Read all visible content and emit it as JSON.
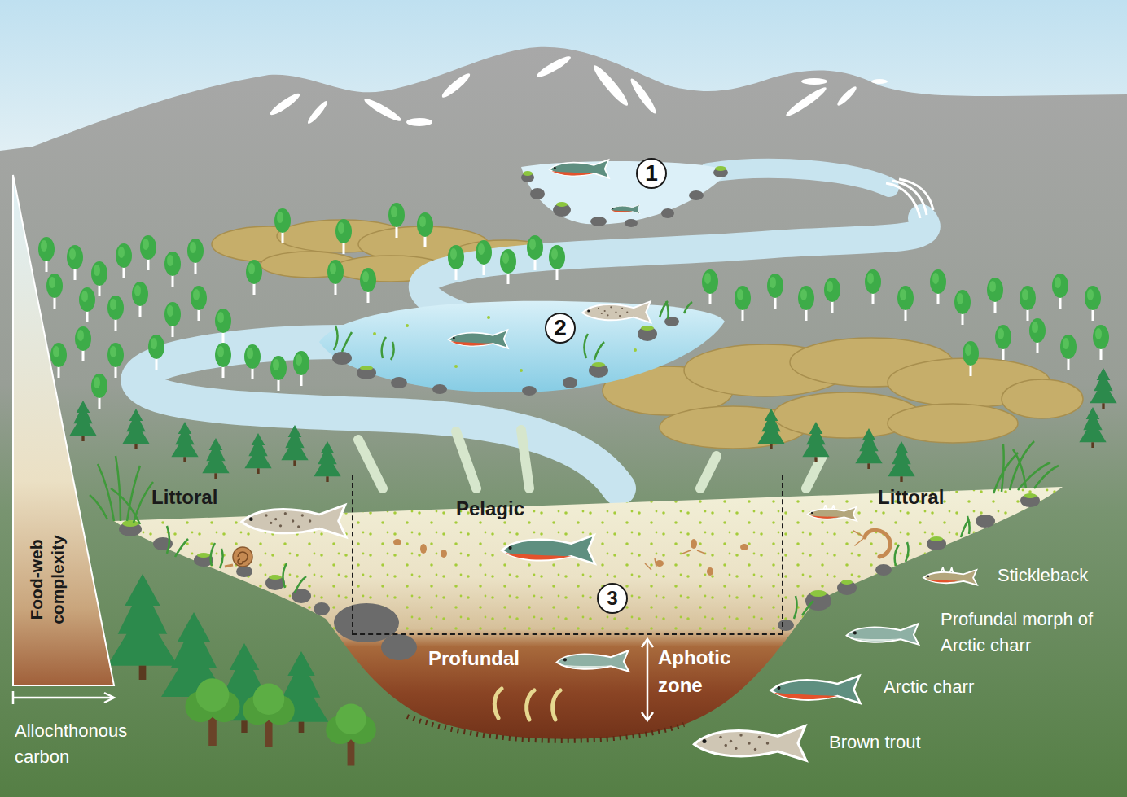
{
  "diagram": {
    "nodes": [
      {
        "text": [
          "1"
        ]
      },
      {
        "text": [
          "2"
        ]
      },
      {
        "text": [
          "Pelagic"
        ]
      },
      {
        "text": [
          "3"
        ],
        "in": 2
      }
    ],
    "labels": [
      "Littoral",
      "Littoral",
      "Profundal",
      "Aphotic zone",
      "Food-web complexity",
      "Allochthonous carbon"
    ],
    "legend": [
      {
        "text": "Stickleback"
      },
      {
        "text": "Profundal morph of Arctic charr"
      },
      {
        "text": "Arctic charr"
      },
      {
        "text": "Brown trout"
      }
    ]
  }
}
